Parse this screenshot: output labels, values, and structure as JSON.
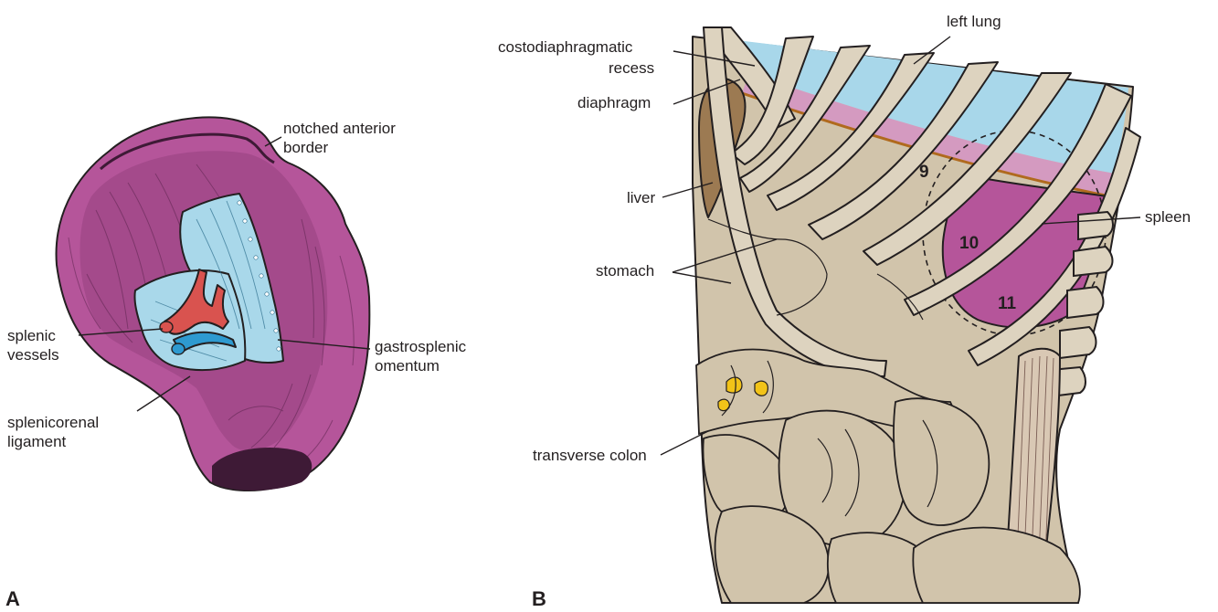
{
  "panels": {
    "a": {
      "letter": "A",
      "labels": {
        "notched_border_line1": "notched anterior",
        "notched_border_line2": "border",
        "splenic_vessels_line1": "splenic",
        "splenic_vessels_line2": "vessels",
        "gastrosplenic_line1": "gastrosplenic",
        "gastrosplenic_line2": "omentum",
        "splenicorenal_line1": "splenicorenal",
        "splenicorenal_line2": "ligament"
      }
    },
    "b": {
      "letter": "B",
      "labels": {
        "costodiaphragmatic_line1": "costodiaphragmatic",
        "costodiaphragmatic_line2": "recess",
        "left_lung": "left lung",
        "diaphragm": "diaphragm",
        "liver": "liver",
        "stomach": "stomach",
        "spleen": "spleen",
        "transverse_colon": "transverse colon"
      },
      "rib_numbers": [
        "9",
        "10",
        "11"
      ]
    }
  },
  "colors": {
    "spleen": "#b5559a",
    "spleen_dark": "#8d3c77",
    "omentum": "#a9d8ea",
    "artery": "#d9534f",
    "vein": "#2e9ad0",
    "bone": "#ddd3bf",
    "viscera": "#d1c4ab",
    "liver": "#9c7a52",
    "lung": "#a8d7ea",
    "diaphragm_band": "#d49ac0",
    "diaphragm_line": "#b06a1e",
    "fat": "#f2c318"
  }
}
